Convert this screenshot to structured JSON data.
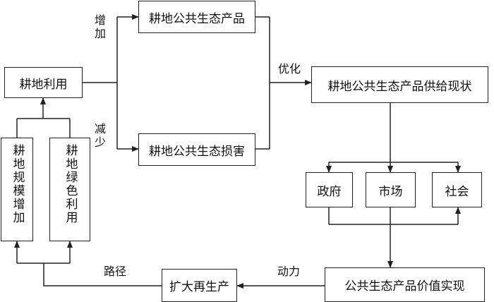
{
  "nodes": {
    "cultivated_land_use": "耕地利用",
    "ecological_products": "耕地公共生态产品",
    "ecological_damage": "耕地公共生态损害",
    "supply_status": "耕地公共生态产品供给现状",
    "government": "政府",
    "market": "市场",
    "society": "社会",
    "value_realization": "公共生态产品价值实现",
    "expanded_reproduction": "扩大再生产",
    "scale_increase": "耕地规模增加",
    "green_use": "耕地绿色利用"
  },
  "edge_labels": {
    "increase": "增加",
    "decrease": "减少",
    "optimize": "优化",
    "driving_force": "动力",
    "path": "路径"
  },
  "colors": {
    "line": "#222222",
    "text": "#111111",
    "background": "#ffffff"
  }
}
